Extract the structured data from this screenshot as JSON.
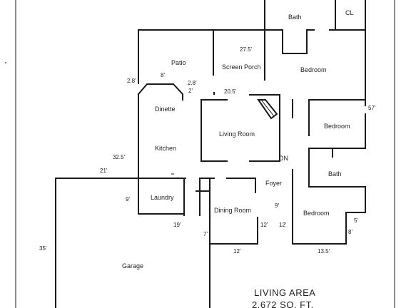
{
  "rooms": {
    "bath_top": "Bath",
    "closet": "CL",
    "patio": "Patio",
    "screen_porch": "Screen Porch",
    "bedroom_main": "Bedroom",
    "dinette": "Dinette",
    "living_room": "Living Room",
    "bedroom_right": "Bedroom",
    "kitchen": "Kitchen",
    "down": "DN",
    "bath_right": "Bath",
    "foyer": "Foyer",
    "laundry": "Laundry",
    "dining_room": "Dining Room",
    "bedroom_bottom": "Bedroom",
    "garage": "Garage"
  },
  "dimensions": {
    "d_27_5": "27.5'",
    "d_2_8_left": "2.8'",
    "d_8": "8'",
    "d_2_8_right": "2.8'",
    "d_2": "2'",
    "d_20_5": "20.5'",
    "d_57": "57'",
    "d_32_5": "32.5'",
    "d_21": "21'",
    "d_9_laundry": "9'",
    "d_9_foyer": "9'",
    "d_19": "19'",
    "d_7": "7'",
    "d_12_a": "12'",
    "d_12_b": "12'",
    "d_5": "5'",
    "d_8_right": "8'",
    "d_12_bottom": "12'",
    "d_13_5": "13.5'",
    "d_35": "35'"
  },
  "living_area": {
    "title": "LIVING AREA",
    "value": "2,672 SQ. FT."
  }
}
